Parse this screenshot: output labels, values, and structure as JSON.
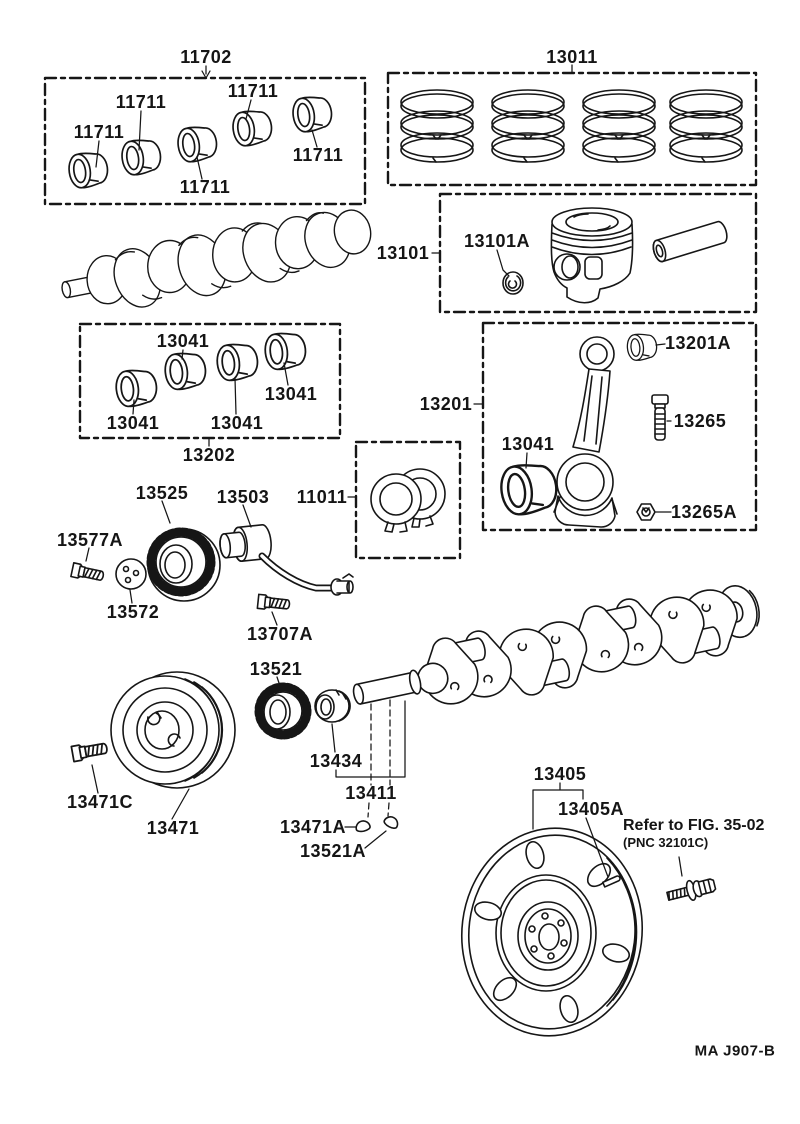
{
  "figure": {
    "footer_code": "MA  J907-B",
    "reference_note": {
      "line1": "Refer  to  FIG. 35-02",
      "line2": "(PNC  32101C)"
    }
  },
  "labels": {
    "p11702": "11702",
    "p11711": "11711",
    "p13011": "13011",
    "p13101": "13101",
    "p13101A": "13101A",
    "p13201": "13201",
    "p13201A": "13201A",
    "p13041": "13041",
    "p13202": "13202",
    "p13265": "13265",
    "p13265A": "13265A",
    "p11011": "11011",
    "p13525": "13525",
    "p13503": "13503",
    "p13572": "13572",
    "p13577A": "13577A",
    "p13707A": "13707A",
    "p13521": "13521",
    "p13521A": "13521A",
    "p13434": "13434",
    "p13411": "13411",
    "p13471": "13471",
    "p13471A": "13471A",
    "p13471C": "13471C",
    "p13405": "13405",
    "p13405A": "13405A"
  }
}
